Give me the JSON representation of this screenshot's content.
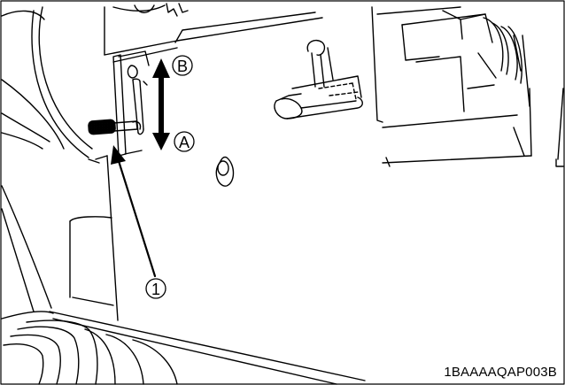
{
  "figure": {
    "code": "1BAAAAQAP003B"
  },
  "callouts": {
    "part_1": "1",
    "direction_a": "A",
    "direction_b": "B"
  },
  "colors": {
    "line": "#000000",
    "background": "#ffffff",
    "knob_fill": "#9a9a9a"
  }
}
